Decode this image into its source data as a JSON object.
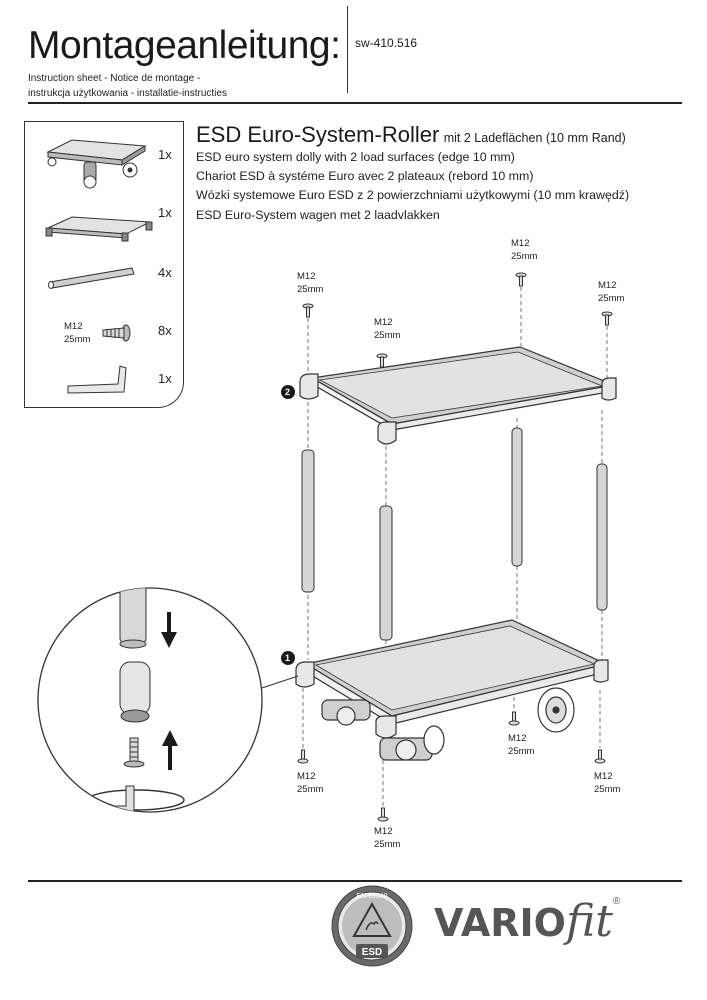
{
  "header": {
    "title": "Montageanleitung:",
    "article_number": "sw-410.516",
    "subtitle_line1": "Instruction sheet - Notice de montage  -",
    "subtitle_line2": "instrukcja użytkowania - installatie-instructies"
  },
  "product": {
    "title": "ESD Euro-System-Roller",
    "title_suffix": "mit 2 Ladeflächen (10 mm Rand)",
    "translations": [
      "ESD euro system dolly with 2 load surfaces (edge 10 mm)",
      "Chariot ESD à systéme Euro avec 2 plateaux (rebord 10 mm)",
      "Wózki systemowe Euro ESD z 2 powierzchniami użytkowymi (10 mm krawędź)",
      "ESD Euro-System wagen met 2 laadvlakken"
    ]
  },
  "parts": [
    {
      "icon": "dolly-base-icon",
      "quantity": "1x"
    },
    {
      "icon": "load-shelf-icon",
      "quantity": "1x"
    },
    {
      "icon": "tube-post-icon",
      "quantity": "4x"
    },
    {
      "icon": "screw-icon",
      "quantity": "8x",
      "label_line1": "M12",
      "label_line2": "25mm"
    },
    {
      "icon": "allen-key-icon",
      "quantity": "1x"
    }
  ],
  "screw_labels": [
    {
      "line1": "M12",
      "line2": "25mm"
    },
    {
      "line1": "M12",
      "line2": "25mm"
    },
    {
      "line1": "M12",
      "line2": "25mm"
    },
    {
      "line1": "M12",
      "line2": "25mm"
    },
    {
      "line1": "M12",
      "line2": "25mm"
    },
    {
      "line1": "M12",
      "line2": "25mm"
    },
    {
      "line1": "M12",
      "line2": "25mm"
    },
    {
      "line1": "M12",
      "line2": "25mm"
    }
  ],
  "steps": [
    {
      "number": "2"
    },
    {
      "number": "1"
    }
  ],
  "footer": {
    "esd_badge_top": "EN 61340",
    "esd_badge_bottom": "ESD",
    "brand_bold": "VARIO",
    "brand_script": "fit",
    "brand_mark": "®"
  },
  "colors": {
    "line": "#333333",
    "panel": "#d9d9d9",
    "brand_gray": "#555555"
  }
}
